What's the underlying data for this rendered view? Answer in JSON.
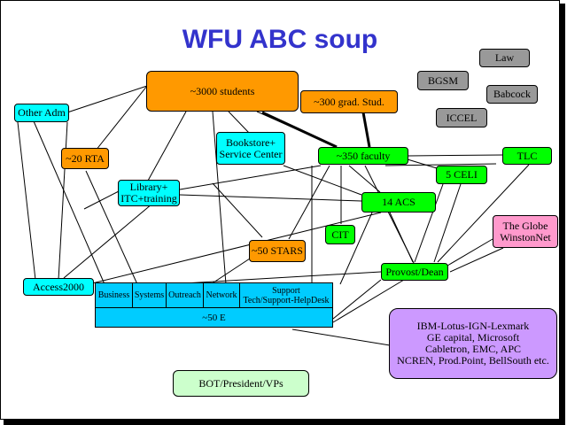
{
  "title": "WFU ABC soup",
  "nodes": {
    "students": "~3000 students",
    "grad": "~300 grad. Stud.",
    "other_adm": "Other Adm",
    "rta": "~20 RTA",
    "bookstore": "Bookstore+\nService Center",
    "faculty": "~350 faculty",
    "tlc": "TLC",
    "celi": "5 CELI",
    "library": "Library+\nITC+training",
    "acs": "14 ACS",
    "cit": "CIT",
    "stars": "~50 STARS",
    "globe": "The Globe\nWinstonNet",
    "provost": "Provost/Dean",
    "access": "Access2000",
    "law": "Law",
    "bgsm": "BGSM",
    "babcock": "Babcock",
    "iccel": "ICCEL",
    "vendors": "IBM-Lotus-IGN-Lexmark\nGE capital, Microsoft\nCabletron, EMC, APC\nNCREN, Prod.Point, BellSouth etc.",
    "bot": "BOT/President/VPs"
  },
  "e_group": {
    "cells": [
      "Business",
      "Systems",
      "Outreach",
      "Network",
      "Support\nTech/Support-HelpDesk"
    ],
    "label": "~50 E"
  },
  "colors": {
    "title": "#3333cc",
    "orange": "#ff9900",
    "cyan": "#00ffff",
    "green": "#00ff00",
    "gray": "#999999",
    "pink": "#ff99cc",
    "violet": "#cc99ff",
    "mint": "#ccffcc",
    "e_group": "#00ccff"
  }
}
